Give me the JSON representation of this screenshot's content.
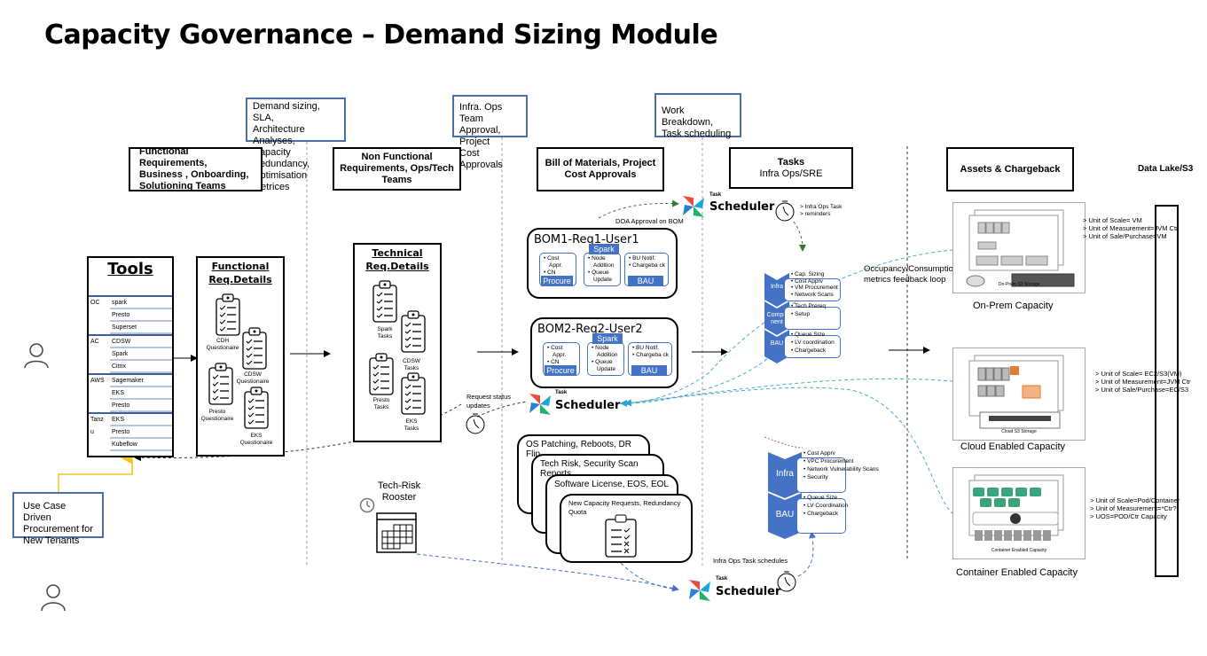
{
  "title": "Capacity Governance – Demand Sizing Module",
  "callouts": {
    "demand": [
      "Demand sizing, SLA,",
      "Architecture Analyses,",
      "Capacity Redundancy,",
      "Optimisation Metrices"
    ],
    "infra_ops": [
      "Infra. Ops Team",
      "Approval, Project",
      "Cost Approvals"
    ],
    "work": [
      "Work Breakdown,",
      "Task scheduling"
    ],
    "use_case": [
      "Use Case Driven",
      "Procurement for",
      "New Tenants"
    ]
  },
  "lanes": {
    "functional": [
      "Functional Requirements,",
      "Business , Onboarding,",
      "Solutioning Teams"
    ],
    "non_functional": [
      "Non Functional",
      "Requirements, Ops/Tech",
      "Teams"
    ],
    "bom": [
      "Bill of Materials, Project",
      "Cost Approvals"
    ],
    "tasks": [
      "Tasks",
      "Infra Ops/SRE"
    ],
    "assets": "Assets & Chargeback",
    "datalake": "Data Lake/S3"
  },
  "tools": {
    "title": "Tools",
    "groups": [
      {
        "group": "OC",
        "items": [
          "spark",
          "Presto",
          "Superset"
        ]
      },
      {
        "group": "AC",
        "items": [
          "CDSW",
          "Spark",
          "Citrix"
        ]
      },
      {
        "group": "AWS",
        "items": [
          "Sagemaker",
          "EKS",
          "Presto"
        ]
      },
      {
        "group": "Tanz u",
        "items": [
          "EKS",
          "Presto",
          "Kubeflow"
        ]
      }
    ]
  },
  "functional_details": {
    "title": [
      "Functional",
      "Req.Details"
    ],
    "clipboards": [
      [
        "CDH",
        "Questionaire"
      ],
      [
        "CDSW",
        "Questionaire"
      ],
      [
        "Presto",
        "Questionaire"
      ],
      [
        "EKS",
        "Questionaire"
      ]
    ]
  },
  "technical_details": {
    "title": [
      "Technical",
      "Req.Details"
    ],
    "clipboards": [
      [
        "Spark",
        "Tasks"
      ],
      [
        "CDSW",
        "Tasks"
      ],
      [
        "Presto",
        "Tasks"
      ],
      [
        "EKS",
        "Tasks"
      ]
    ]
  },
  "boms": [
    {
      "title": "BOM1-Req1-User1",
      "cards": [
        {
          "items": [
            "Cost Appr.",
            "CN"
          ],
          "tag": "Procure"
        },
        {
          "items": [
            "Node Addition",
            "Queue Update"
          ],
          "tag": "Spark"
        },
        {
          "items": [
            "BU Notif.",
            "Chargeba ck"
          ],
          "tag": "BAU"
        }
      ]
    },
    {
      "title": "BOM2-Req2-User2",
      "cards": [
        {
          "items": [
            "Cost Appr.",
            "CN"
          ],
          "tag": "Procure"
        },
        {
          "items": [
            "Node Addition",
            "Queue Update"
          ],
          "tag": "Spark"
        },
        {
          "items": [
            "BU Notif.",
            "Chargeba ck"
          ],
          "tag": "BAU"
        }
      ]
    }
  ],
  "scheduler": {
    "task_label": "Task",
    "name": "Scheduler",
    "doa_label": "DOA Approval on BOM",
    "reminders": [
      "> Infra Ops Task",
      "> reminders"
    ],
    "request_status": [
      "Request status",
      "updates"
    ],
    "infra_schedules": "Infra Ops Task schedules"
  },
  "task_flow_top": {
    "stages": [
      {
        "label": "Infra",
        "items": [
          "Cap. Sizing",
          "Cost Apprv",
          "VM Procurement",
          "Network Scans"
        ]
      },
      {
        "label": "Compo nent",
        "items": [
          "Tech Prereq",
          "Setup"
        ]
      },
      {
        "label": "BAU",
        "items": [
          "Queue Size",
          "LV coordination",
          "Chargeback"
        ]
      }
    ]
  },
  "task_flow_bottom": {
    "stages": [
      {
        "label": "Infra",
        "items": [
          "Cost Apprv",
          "VPC Procurement",
          "Network Vulnerability Scans",
          "Security"
        ]
      },
      {
        "label": "BAU",
        "items": [
          "Queue Size",
          "LV Coordination",
          "Chargeback"
        ]
      }
    ]
  },
  "feedback": [
    "Occupancy/Consumption",
    "metrics feedback loop"
  ],
  "stack_cards": [
    "OS Patching, Reboots, DR Flip",
    "Tech Risk, Security Scan Reports",
    "Software License, EOS, EOL",
    "New Capacity Requests, Redundancy Quota"
  ],
  "tech_risk": [
    "Tech-Risk",
    "Rooster"
  ],
  "assets": [
    {
      "caption": "On-Prem Capacity",
      "inner": "On-Prem S3 Storage",
      "units": [
        "> Unit of Scale= VM",
        "> Unit of Measurement=JVM Ctr",
        "> Unit of Sale/Purchase=VM"
      ]
    },
    {
      "caption": "Cloud Enabled Capacity",
      "inner": "Cloud S3 Storage",
      "units": [
        "> Unit of Scale= EC2/S3(VM)",
        "> Unit of Measurement=JVM Ctr",
        "> Unit of Sale/Purchase=EC/S3"
      ]
    },
    {
      "caption": "Container Enabled Capacity",
      "inner": "Container Enabled Capacity",
      "units": [
        "> Unit of Scale=Pod/Container",
        "> Unit of Measurement=*Ctr?",
        "> UOS=POD/Ctr Capacity"
      ]
    }
  ],
  "colors": {
    "accent": "#4472c4",
    "callout_border": "#4a6fa5",
    "feedback": "#4bacc6",
    "approval": "#2e7d32",
    "usecase": "#f5c518"
  }
}
